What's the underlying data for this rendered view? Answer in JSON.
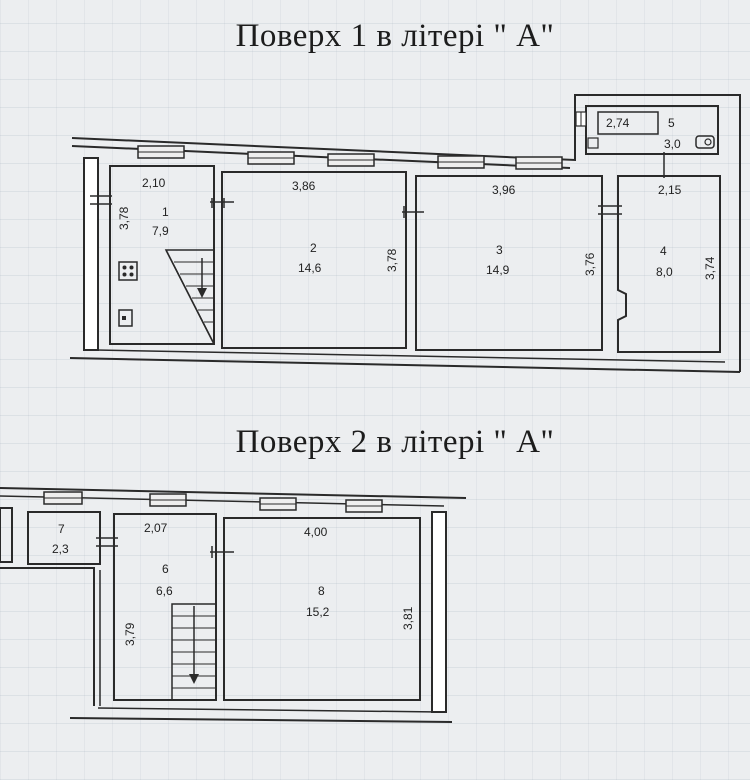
{
  "titles": {
    "floor1": "Поверх 1 в літері \" А\"",
    "floor2": "Поверх 2 в літері \" А\""
  },
  "rooms": [
    {
      "id": "1",
      "number": "1",
      "area": "7,9",
      "width": "2,10",
      "height": "3,78"
    },
    {
      "id": "2",
      "number": "2",
      "area": "14,6",
      "width": "3,86",
      "height": "3,78"
    },
    {
      "id": "3",
      "number": "3",
      "area": "14,9",
      "width": "3,96",
      "height": "3,76"
    },
    {
      "id": "4",
      "number": "4",
      "area": "8,0",
      "width": "2,15",
      "height": "3,74"
    },
    {
      "id": "5",
      "number": "5",
      "area": "3,0",
      "width": "2,74"
    },
    {
      "id": "6",
      "number": "6",
      "area": "6,6",
      "width": "2,07",
      "height": "3,79"
    },
    {
      "id": "7",
      "number": "7",
      "area": "2,3"
    },
    {
      "id": "8",
      "number": "8",
      "area": "15,2",
      "width": "4,00",
      "height": "3,81"
    }
  ]
}
